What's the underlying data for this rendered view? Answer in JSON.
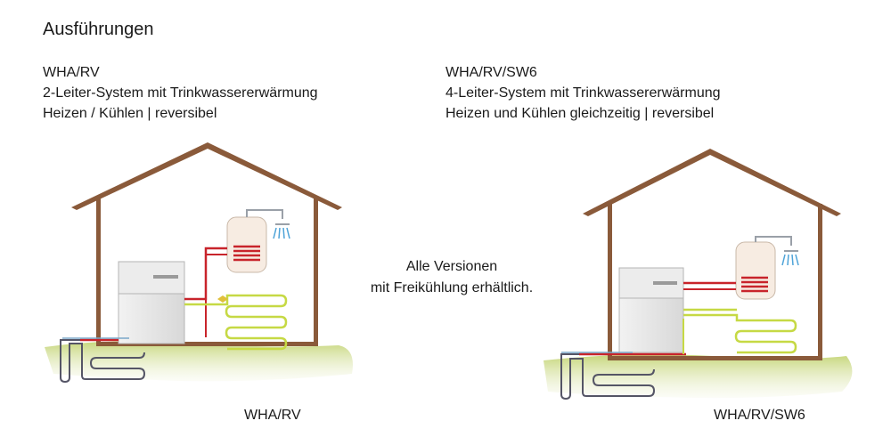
{
  "title": "Ausführungen",
  "left": {
    "name": "WHA/RV",
    "line2": "2-Leiter-System mit Trinkwassererwärmung",
    "line3": "Heizen / Kühlen | reversibel",
    "caption": "WHA/RV"
  },
  "right": {
    "name": "WHA/RV/SW6",
    "line2": "4-Leiter-System mit Trinkwassererwärmung",
    "line3": "Heizen und Kühlen gleichzeitig | reversibel",
    "caption": "WHA/RV/SW6"
  },
  "center_note": {
    "line1": "Alle Versionen",
    "line2": "mit Freikühlung erhältlich."
  },
  "colors": {
    "house_outline": "#8a5a3a",
    "ground": "#d4df9c",
    "hot_pipe": "#c8242b",
    "green_pipe": "#c6d944",
    "ground_pipe": "#555566"
  }
}
